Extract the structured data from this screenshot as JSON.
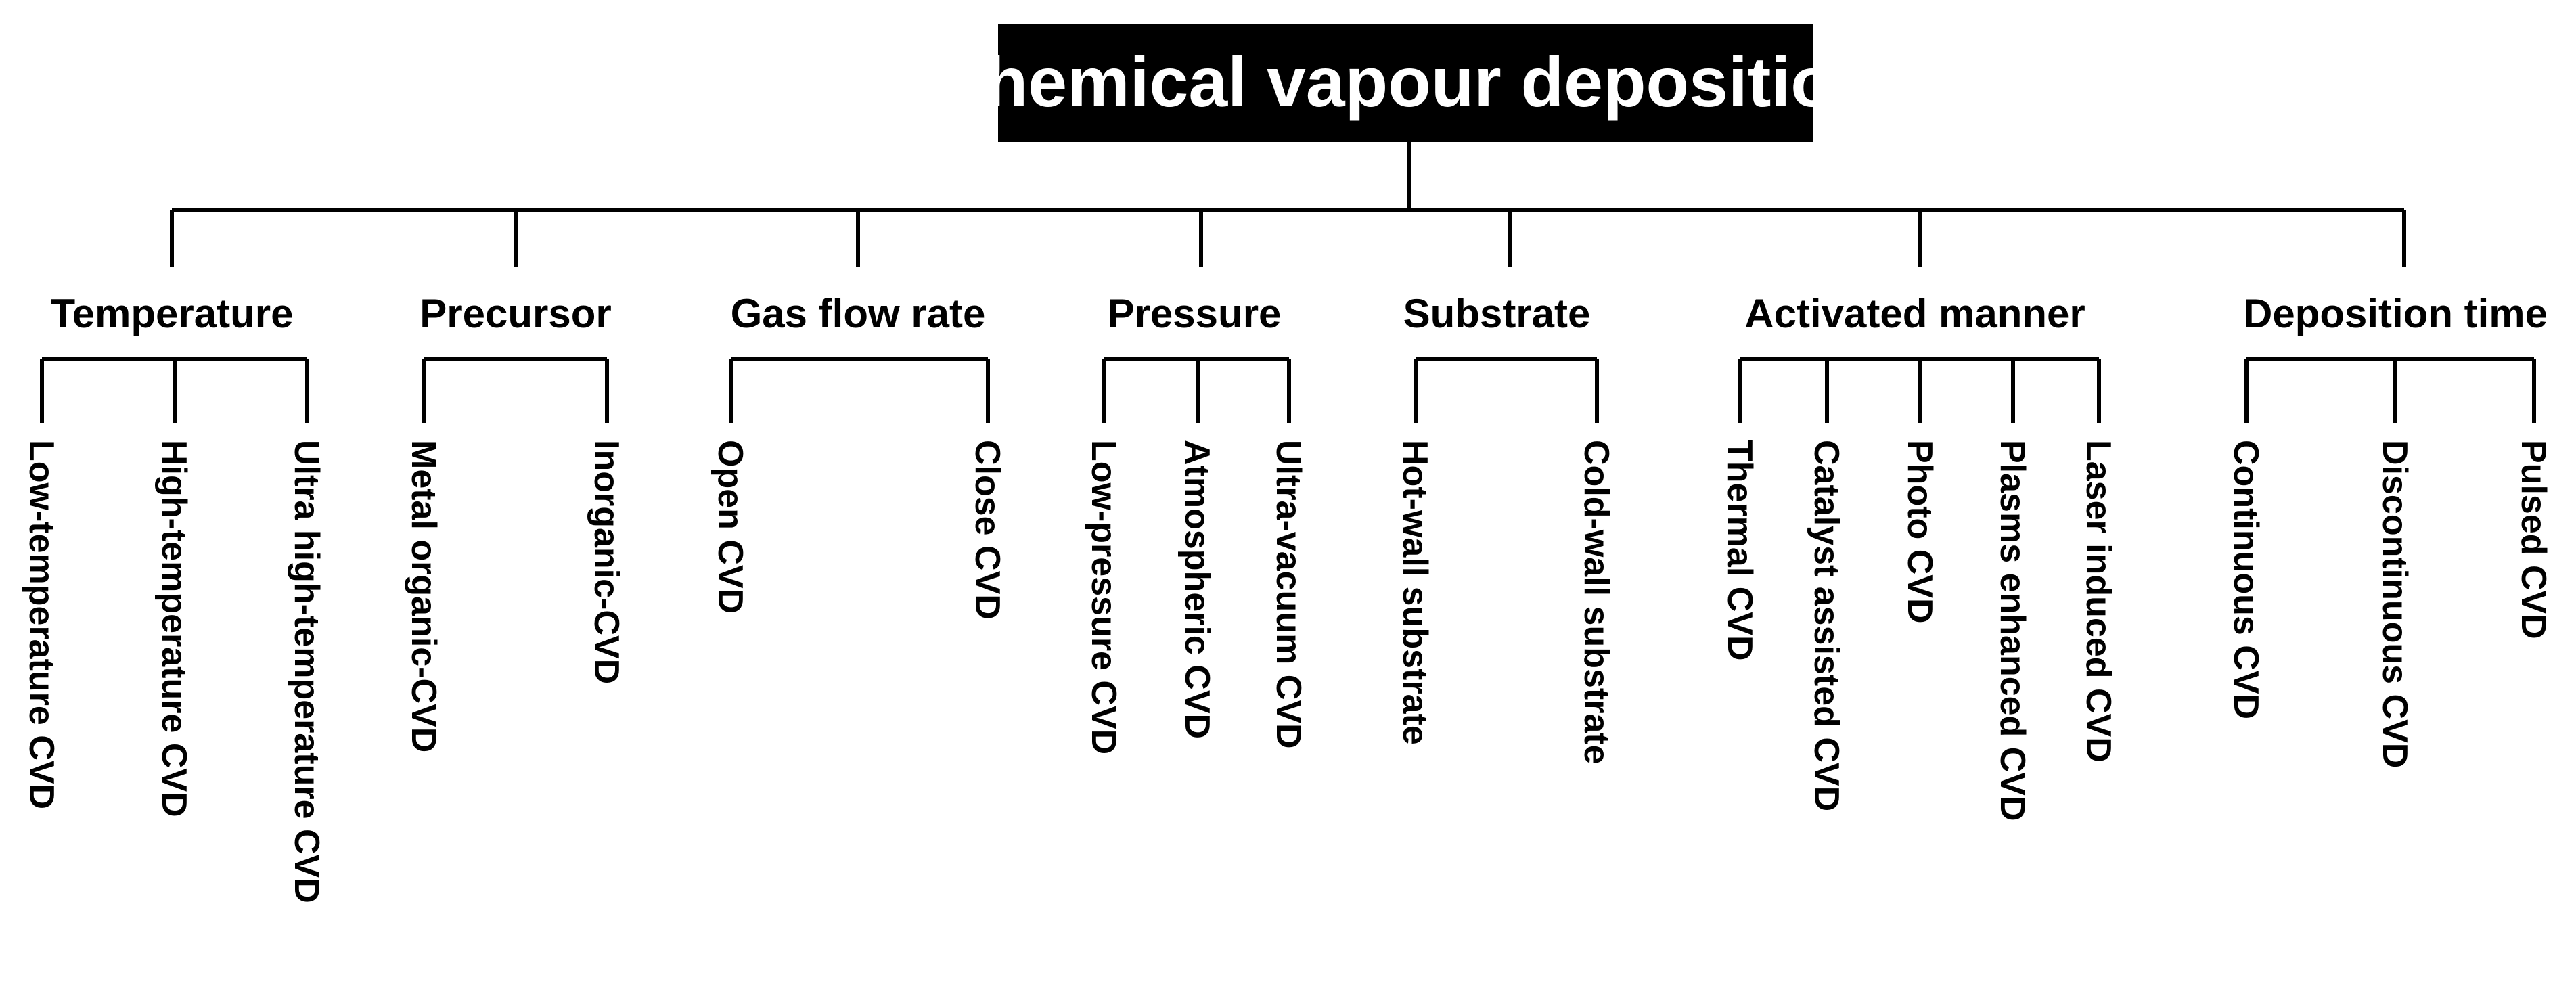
{
  "root": {
    "label": "Chemical vapour deposition"
  },
  "categories": [
    {
      "label": "Temperature",
      "items": [
        "Low-temperature CVD",
        "High-temperature CVD",
        "Ultra high-temperature CVD"
      ]
    },
    {
      "label": "Precursor",
      "items": [
        "Metal organic-CVD",
        "Inorganic-CVD"
      ]
    },
    {
      "label": "Gas flow rate",
      "items": [
        "Open CVD",
        "Close CVD"
      ]
    },
    {
      "label": "Pressure",
      "items": [
        "Low-pressure CVD",
        "Atmospheric CVD",
        "Ultra-vacuum CVD"
      ]
    },
    {
      "label": "Substrate",
      "items": [
        "Hot-wall substrate",
        "Cold-wall substrate"
      ]
    },
    {
      "label": "Activated  manner",
      "items": [
        "Thermal CVD",
        "Catalyst assisted CVD",
        "Photo CVD",
        "Plasms enhanced CVD",
        "Laser induced CVD"
      ]
    },
    {
      "label": "Deposition  time",
      "items": [
        "Continuous CVD",
        "Discontinuous CVD",
        "Pulsed CVD"
      ]
    }
  ]
}
